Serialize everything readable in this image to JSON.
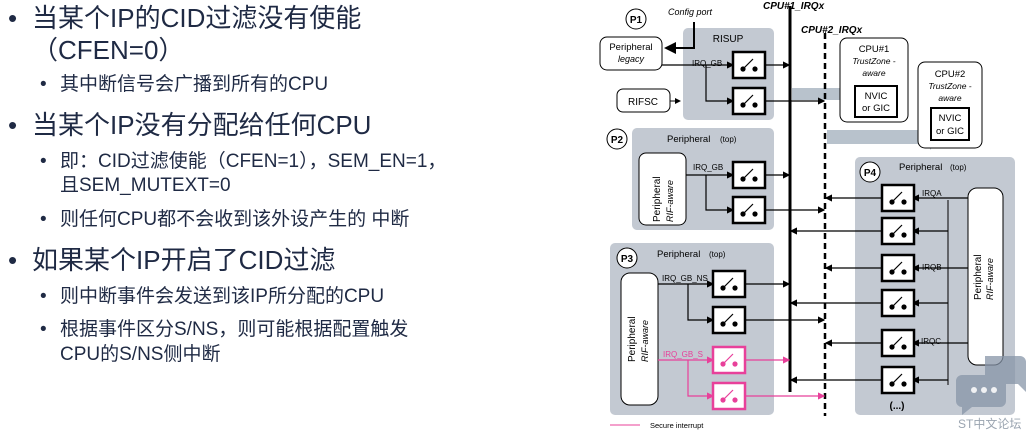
{
  "bullets": [
    {
      "level": 1,
      "lines": [
        "当某个IP的CID过滤没有使能",
        "（CFEN=0）"
      ]
    },
    {
      "level": 2,
      "lines": [
        "其中断信号会广播到所有的CPU"
      ]
    },
    {
      "level": 1,
      "lines": [
        "当某个IP没有分配给任何CPU"
      ]
    },
    {
      "level": 2,
      "lines": [
        "即：CID过滤使能（CFEN=1），SEM_EN=1，",
        "且SEM_MUTEXT=0"
      ]
    },
    {
      "level": 2,
      "lines": [
        "则任何CPU都不会收到该外设产生的 中断"
      ]
    },
    {
      "level": 1,
      "lines": [
        "如果某个IP开启了CID过滤"
      ]
    },
    {
      "level": 2,
      "lines": [
        "则中断事件会发送到该IP所分配的CPU"
      ]
    },
    {
      "level": 2,
      "lines": [
        "根据事件区分S/NS，则可能根据配置触发",
        "CPU的S/NS侧中断"
      ]
    }
  ],
  "bullet_symbol": "•",
  "diagram": {
    "p1": "P1",
    "p2": "P2",
    "p3": "P3",
    "p4": "P4",
    "config_port": "Config port",
    "cpu1_irq": "CPU#1_IRQx",
    "cpu2_irq": "CPU#2_IRQx",
    "risup": "RISUP",
    "peripheral": "Peripheral",
    "legacy": "legacy",
    "rifsc": "RIFSC",
    "irq_gb": "IRQ_GB",
    "irq_gb_ns": "IRQ_GB_NS",
    "irq_gb_s": "IRQ_GB_S",
    "peripheral_top": "Peripheral",
    "top": "(top)",
    "rif_aware": "RIF-aware",
    "cpu1": "CPU#1",
    "cpu2": "CPU#2",
    "trustzone": "TrustZone -",
    "aware": "aware",
    "nvic": "NVIC",
    "or_gic": "or GIC",
    "irqa": "IRQA",
    "irqb": "IRQB",
    "irqc": "IRQC",
    "ellipsis": "(...)",
    "legend_secure": "Secure interrupt"
  },
  "watermark": "ST中文论坛",
  "colors": {
    "text": "#1f2a44",
    "box": "#c3c9d2",
    "secure": "#e8409a",
    "arrow": "#b8c2cc"
  }
}
